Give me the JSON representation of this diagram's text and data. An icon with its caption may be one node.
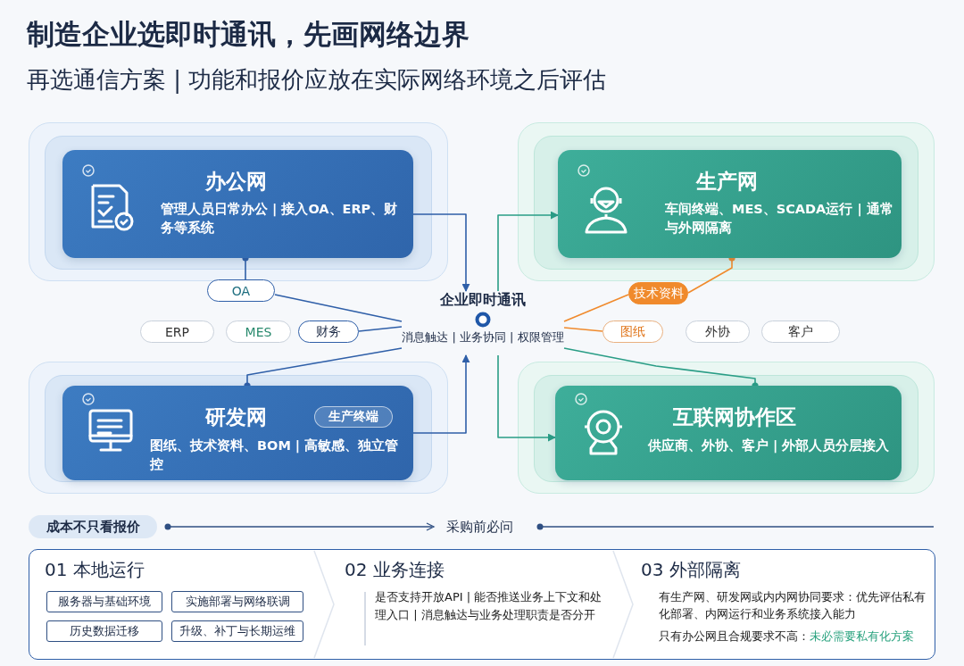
{
  "diagram": {
    "title": "制造企业选即时通讯，先画网络边界",
    "caption": "再选通信方案 | 功能和报价应放在实际网络环境之后评估",
    "nodes": [
      {
        "text": [
          "办公网",
          "管理人员日常办公 | 接入OA、ERP、财务等系统"
        ]
      },
      {
        "text": [
          "生产网",
          "车间终端、MES、SCADA运行 | 通常与外网隔离"
        ]
      },
      {
        "text": [
          "研发网",
          "图纸、技术资料、BOM | 高敏感、独立管控"
        ]
      },
      {
        "text": [
          "生产终端"
        ],
        "in": 2
      },
      {
        "text": [
          "互联网协作区",
          "供应商、外协、客户 | 外部人员分层接入"
        ]
      },
      {
        "text": [
          "企业即时通讯",
          "消息触达 | 业务协同 | 权限管理"
        ]
      },
      {
        "text": [
          "OA"
        ]
      },
      {
        "text": [
          "ERP"
        ]
      },
      {
        "text": [
          "MES"
        ]
      },
      {
        "text": [
          "财务"
        ]
      },
      {
        "text": [
          "技术资料"
        ]
      },
      {
        "text": [
          "图纸"
        ]
      },
      {
        "text": [
          "外协"
        ]
      },
      {
        "text": [
          "客户"
        ]
      },
      {
        "text": [
          "成本不只看报价"
        ]
      },
      {
        "text": [
          "01 本地运行"
        ]
      },
      {
        "text": [
          "服务器与基础环境"
        ],
        "in": 15
      },
      {
        "text": [
          "实施部署与网络联调"
        ],
        "in": 15
      },
      {
        "text": [
          "历史数据迁移"
        ],
        "in": 15
      },
      {
        "text": [
          "升级、补丁与长期运维"
        ],
        "in": 15
      },
      {
        "text": [
          "02 业务连接",
          "是否支持开放API | 能否推送业务上下文和处理入口 | 消息触达与业务处理职责是否分开"
        ]
      },
      {
        "text": [
          "03 外部隔离",
          "有生产网、研发网或内内网协同要求：优先评估私有化部署、内网运行和业务系统接入能力",
          "只有办公网且合规要求不高：**未必需要私有化方案**"
        ]
      }
    ],
    "edges": [
      {
        "from": 0,
        "to": 5,
        "arrow": "to"
      },
      {
        "from": 5,
        "to": 1,
        "arrow": "to",
        "color": "#2a9d86"
      },
      {
        "from": 0,
        "to": 6,
        "arrow": "other"
      },
      {
        "from": 6,
        "to": 5,
        "arrow": "none"
      },
      {
        "from": 9,
        "to": 5,
        "arrow": "none"
      },
      {
        "from": 1,
        "to": 10,
        "arrow": "other",
        "color": "#f08a2c"
      },
      {
        "from": 10,
        "to": 5,
        "arrow": "none",
        "color": "#f08a2c"
      },
      {
        "from": 5,
        "to": 11,
        "arrow": "none",
        "color": "#f08a2c"
      },
      {
        "from": 2,
        "to": 5,
        "arrow": "other"
      },
      {
        "from": 2,
        "to": 5,
        "arrow": "to"
      },
      {
        "from": 5,
        "to": 4,
        "arrow": "to",
        "color": "#2a9d86"
      },
      {
        "from": 4,
        "to": 5,
        "arrow": "other",
        "color": "#2a9d86"
      }
    ],
    "labels": [
      "采购前必问"
    ]
  }
}
